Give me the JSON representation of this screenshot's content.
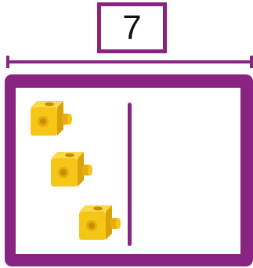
{
  "total": {
    "value": "7"
  },
  "part_whole": {
    "left_part_cube_count": 3,
    "right_part_cube_count": 0
  },
  "colors": {
    "frame": "#8a2482",
    "cube_fill": "#f5c518",
    "cube_shade": "#d9a20a",
    "cube_hole": "#c98d05"
  },
  "icons": {
    "cube": "linking-cube-icon"
  }
}
